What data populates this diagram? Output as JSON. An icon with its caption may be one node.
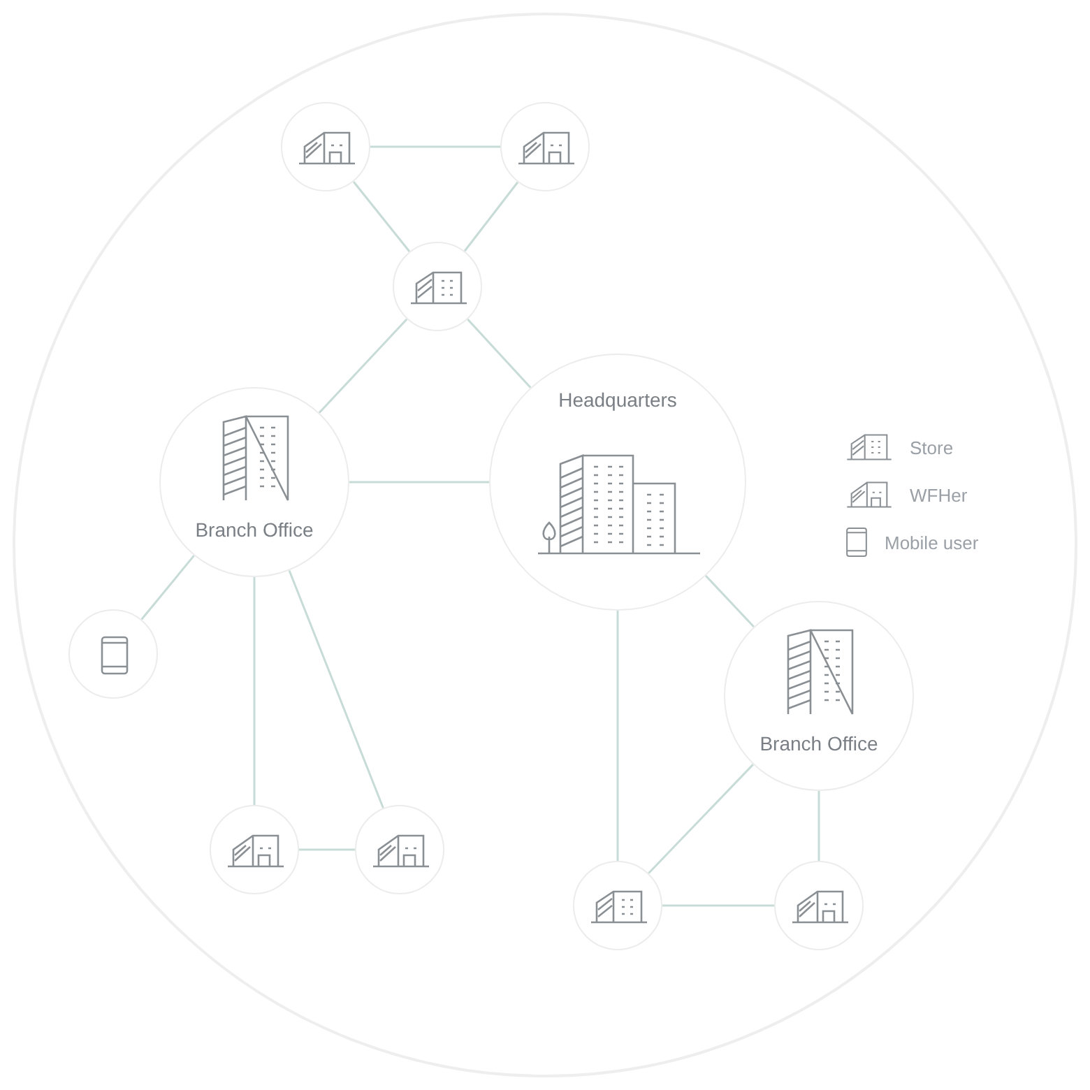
{
  "diagram": {
    "nodes": [
      {
        "text": [],
        "shape": "circle"
      },
      {
        "text": [],
        "shape": "circle"
      },
      {
        "text": [],
        "shape": "circle"
      },
      {
        "text": [
          "Branch Office"
        ]
      },
      {
        "text": [
          "Headquarters"
        ]
      },
      {
        "text": [],
        "shape": "circle"
      },
      {
        "text": [
          "Branch Office"
        ]
      },
      {
        "text": [],
        "shape": "circle"
      },
      {
        "text": [],
        "shape": "circle"
      },
      {
        "text": [],
        "shape": "circle"
      },
      {
        "text": [],
        "shape": "circle"
      }
    ],
    "edges": [
      {
        "from": 0,
        "to": 1,
        "arrow": "none"
      },
      {
        "from": 0,
        "to": 2,
        "arrow": "none"
      },
      {
        "from": 1,
        "to": 2,
        "arrow": "none"
      },
      {
        "from": 2,
        "to": 3,
        "arrow": "none"
      },
      {
        "from": 2,
        "to": 4,
        "arrow": "none"
      },
      {
        "from": 3,
        "to": 4,
        "arrow": "none"
      },
      {
        "from": 3,
        "to": 5,
        "arrow": "none"
      },
      {
        "from": 3,
        "to": 7,
        "arrow": "none"
      },
      {
        "from": 3,
        "to": 8,
        "arrow": "none"
      },
      {
        "from": 7,
        "to": 8,
        "arrow": "none"
      },
      {
        "from": 4,
        "to": 6,
        "arrow": "none"
      },
      {
        "from": 4,
        "to": 9,
        "arrow": "none"
      },
      {
        "from": 6,
        "to": 9,
        "arrow": "none"
      },
      {
        "from": 6,
        "to": 10,
        "arrow": "none"
      },
      {
        "from": 9,
        "to": 10,
        "arrow": "none"
      }
    ],
    "legend": [
      {
        "text": "Store"
      },
      {
        "text": "WFHer"
      },
      {
        "text": "Mobile user"
      }
    ]
  }
}
